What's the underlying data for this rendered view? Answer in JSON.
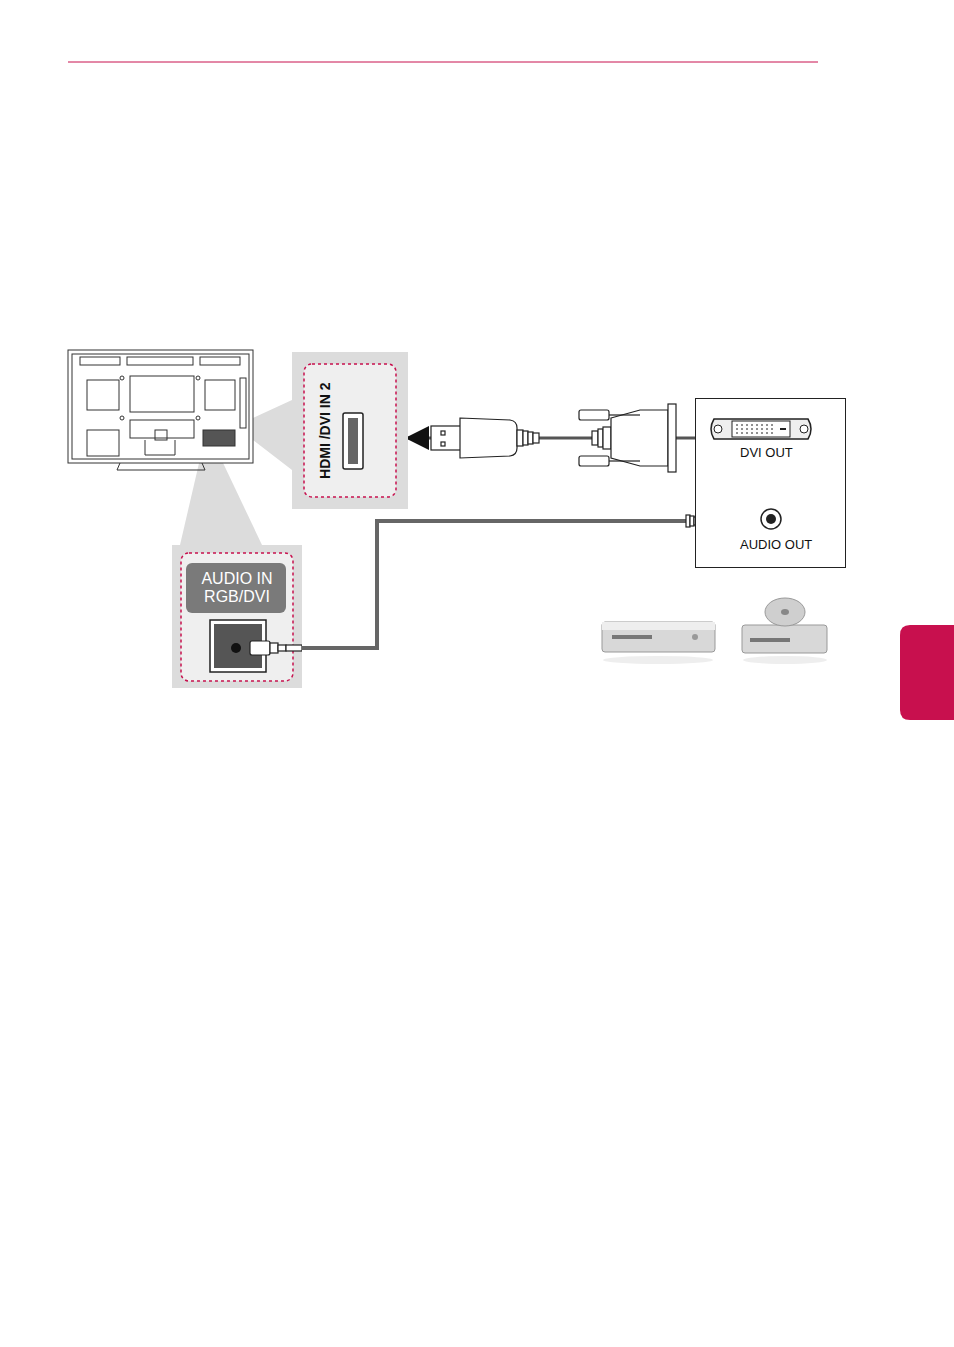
{
  "diagram": {
    "nodes": [
      {
        "text": [
          "HDMI /DVI IN 2"
        ]
      },
      {
        "text": [
          "AUDIO IN RGB/DVI"
        ]
      },
      {
        "text": [
          "DVI OUT",
          "AUDIO OUT"
        ]
      }
    ],
    "edges": [
      {
        "from": 2,
        "to": 0,
        "arrow": "to"
      },
      {
        "from": 2,
        "to": 1,
        "arrow": "none"
      }
    ]
  }
}
